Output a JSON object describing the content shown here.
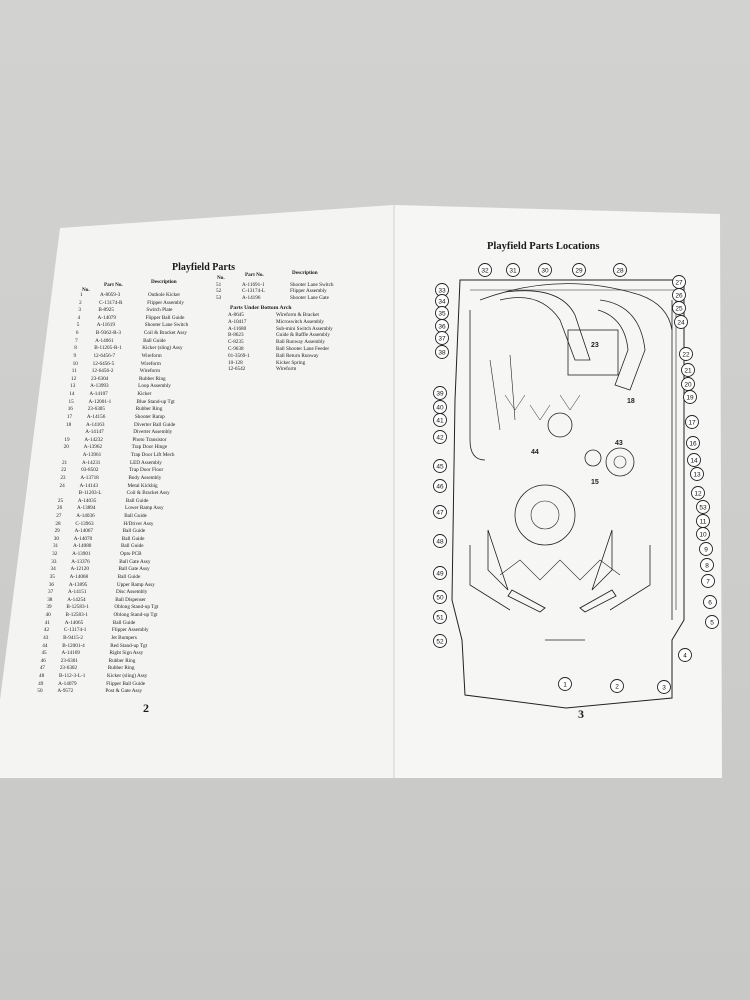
{
  "left_page": {
    "title": "Playfield Parts",
    "page_number": "2",
    "col1_headers": {
      "no": "No.",
      "part": "Part No.",
      "desc": "Description"
    },
    "col2_headers": {
      "no": "No.",
      "part": "Part No.",
      "desc": "Description"
    },
    "col1_rows": [
      [
        "1",
        "A-8059-3",
        "Outhole Kicker"
      ],
      [
        "2",
        "C-13174-R",
        "Flipper Assembly"
      ],
      [
        "3",
        "B-8925",
        "Switch Plate"
      ],
      [
        "4",
        "A-14079",
        "Flipper Ball Guide"
      ],
      [
        "5",
        "A-11619",
        "Shooter Lane Switch"
      ],
      [
        "6",
        "B-9362-R-3",
        "Coil & Bracket Assy"
      ],
      [
        "7",
        "A-14061",
        "Ball Guide"
      ],
      [
        "8",
        "B-11205-R-1",
        "Kicker (sling) Assy"
      ],
      [
        "9",
        "12-6456-7",
        "Wireform"
      ],
      [
        "10",
        "12-6456-5",
        "Wireform"
      ],
      [
        "11",
        "12-6456-2",
        "Wireform"
      ],
      [
        "12",
        "23-6304",
        "Rubber Ring"
      ],
      [
        "13",
        "A-13993",
        "Loop Assembly"
      ],
      [
        "14",
        "A-14107",
        "Kicker"
      ],
      [
        "15",
        "A-12001-1",
        "Blue Stand-up Tgt"
      ],
      [
        "16",
        "23-6305",
        "Rubber Ring"
      ],
      [
        "17",
        "A-14156",
        "Shooter Ramp"
      ],
      [
        "18",
        "A-14163",
        "Diverter Ball Guide"
      ],
      [
        "",
        "A-14147",
        "Diverter Assembly"
      ],
      [
        "19",
        "A-14232",
        "Photo Transistor"
      ],
      [
        "20",
        "A-13962",
        "Trap Door Hinge"
      ],
      [
        "",
        "A-13961",
        "Trap Door Lift Mech"
      ],
      [
        "21",
        "A-14231",
        "LED Assembly"
      ],
      [
        "22",
        "03-8502",
        "Trap Door Floor"
      ],
      [
        "23",
        "A-13718",
        "Body Assembly"
      ],
      [
        "24",
        "A-14143",
        "Metal Kickbig"
      ],
      [
        "",
        "B-11203-L",
        "Coil & Bracket Assy"
      ],
      [
        "25",
        "A-14035",
        "Ball Guide"
      ],
      [
        "26",
        "A-13894",
        "Lower Ramp Assy"
      ],
      [
        "27",
        "A-14036",
        "Ball Guide"
      ],
      [
        "28",
        "C-13963",
        "H/Driver Assy"
      ],
      [
        "29",
        "A-14067",
        "Ball Guide"
      ],
      [
        "30",
        "A-14070",
        "Ball Guide"
      ],
      [
        "31",
        "A-14080",
        "Ball Guide"
      ],
      [
        "32",
        "A-13901",
        "Opto PCB"
      ],
      [
        "33",
        "A-13376",
        "Ball Gate Assy"
      ],
      [
        "34",
        "A-12120",
        "Ball Gate Assy"
      ],
      [
        "35",
        "A-14068",
        "Ball Guide"
      ],
      [
        "36",
        "A-13895",
        "Upper Ramp Assy"
      ],
      [
        "37",
        "A-14151",
        "Disc Assembly"
      ],
      [
        "38",
        "A-14254",
        "Ball Dispenser"
      ],
      [
        "39",
        "B-12583-1",
        "Oblong Stand-up Tgt"
      ],
      [
        "40",
        "B-12583-1",
        "Oblong Stand-up Tgt"
      ],
      [
        "41",
        "A-14065",
        "Ball Guide"
      ],
      [
        "42",
        "C-13174-1",
        "Flipper Assembly"
      ],
      [
        "43",
        "B-9415-2",
        "Jet Bumpers"
      ],
      [
        "44",
        "B-12001-4",
        "Red Stand-up Tgt"
      ],
      [
        "45",
        "A-14169",
        "Right Sign Assy"
      ],
      [
        "46",
        "23-6301",
        "Rubber Ring"
      ],
      [
        "47",
        "23-6302",
        "Rubber Ring"
      ],
      [
        "48",
        "B-112-3-L-1",
        "Kicker (sling) Assy"
      ],
      [
        "49",
        "A-14079",
        "Flipper Ball Guide"
      ],
      [
        "50",
        "A-9572",
        "Post & Gate Assy"
      ]
    ],
    "col2_rows": [
      [
        "51",
        "A-11691-1",
        "Shooter Lane Switch"
      ],
      [
        "52",
        "C-13174-L",
        "Flipper Assembly"
      ],
      [
        "53",
        "A-14196",
        "Shooter Lane Gate"
      ]
    ],
    "sub_heading": "Parts Under Bottom Arch",
    "sub_rows": [
      [
        "A-8645",
        "Wireform & Bracket"
      ],
      [
        "A-10417",
        "Microswitch Assembly"
      ],
      [
        "A-11680",
        "Sub-mini Switch Assembly"
      ],
      [
        "B-8623",
        "Guide & Baffle Assembly"
      ],
      [
        "C-8235",
        "Ball Runway Assembly"
      ],
      [
        "C-9638",
        "Ball Shooter Lane Feeder"
      ],
      [
        "01-3569-1",
        "Ball Return Runway"
      ],
      [
        "10-128",
        "Kicker Spring"
      ],
      [
        "12-6542",
        "Wireform"
      ]
    ]
  },
  "right_page": {
    "title": "Playfield Parts Locations",
    "page_number": "3",
    "diagram_label_23": "23",
    "diagram_label_18": "18",
    "diagram_label_15": "15",
    "diagram_label_44": "44",
    "diagram_label_43": "43"
  }
}
